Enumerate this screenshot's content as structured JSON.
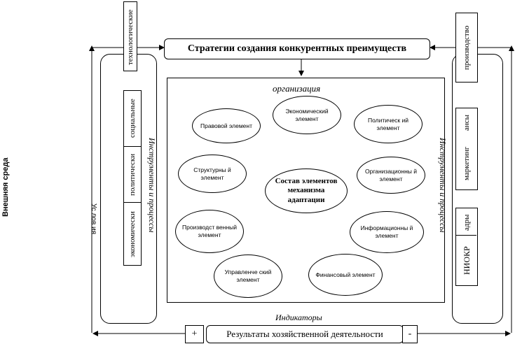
{
  "diagram": {
    "strategy_title": "Стратегии создания конкурентных преимуществ",
    "organization_label": "организация",
    "center_label": "Состав элементов механизма адаптации",
    "elements": [
      {
        "key": "economic",
        "label": "Экономический элемент"
      },
      {
        "key": "legal",
        "label": "Правовой элемент"
      },
      {
        "key": "political",
        "label": "Политическ ий элемент"
      },
      {
        "key": "structural",
        "label": "Структурны й элемент"
      },
      {
        "key": "organizational",
        "label": "Организационны й элемент"
      },
      {
        "key": "production",
        "label": "Производст венный элемент"
      },
      {
        "key": "informational",
        "label": "Информационны й элемент"
      },
      {
        "key": "managerial",
        "label": "Управленче ский элемент"
      },
      {
        "key": "financial",
        "label": "Финансовый элемент"
      }
    ],
    "external_env_label": "Внешняя среда",
    "conditions_label": "Ус лов ия",
    "left_tools_label": "Инструменты и процессы",
    "right_tools_label": "Инструменты и процессы",
    "indicators_label": "Индикаторы",
    "results_label": "Результаты хозяйственной деятельности",
    "plus_label": "+",
    "minus_label": "-",
    "left_factors": {
      "technological": "технологические",
      "social": "социальные",
      "political": "политически",
      "economic": "экономически"
    },
    "right_factors": {
      "production": "производство",
      "finance": "ансы",
      "marketing": "маркетинг",
      "personnel": "адры",
      "rnd": "НИОКР"
    }
  }
}
